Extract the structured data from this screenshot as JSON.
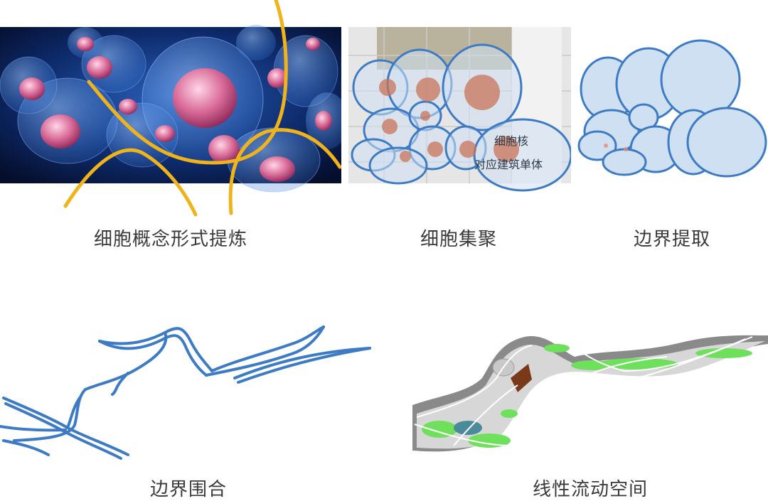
{
  "panels": {
    "cell_concept": {
      "caption": "细胞概念形式提炼"
    },
    "cell_cluster": {
      "caption": "细胞集聚",
      "note_line1": "细胞核",
      "note_line2": "对应建筑单体"
    },
    "boundary_extract": {
      "caption": "边界提取"
    },
    "boundary_enclose": {
      "caption": "边界围合"
    },
    "linear_flow": {
      "caption": "线性流动空间"
    }
  },
  "colors": {
    "cell_blue": "#3d7bc4",
    "cell_fill": "#cfe0f3",
    "accent_yellow": "#f0b41a",
    "nucleus": "#c8745a",
    "green_space": "#6fe05c",
    "road_gray": "#8a8a8a"
  }
}
